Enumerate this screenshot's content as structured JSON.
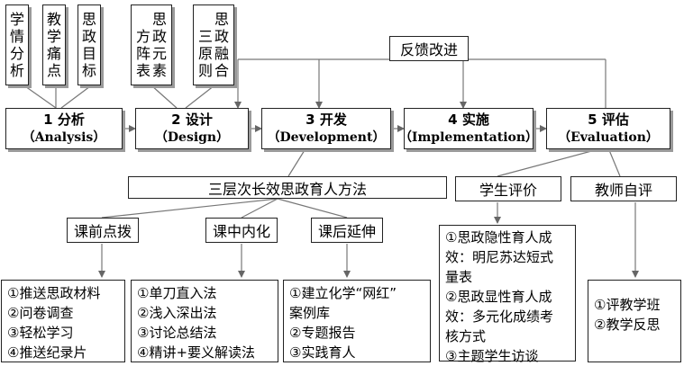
{
  "analysis_inputs": [
    {
      "id": "xueqing",
      "chars": [
        "学",
        "情",
        "分",
        "析"
      ]
    },
    {
      "id": "jiaoxue",
      "chars": [
        "教",
        "学",
        "痛",
        "点"
      ]
    },
    {
      "id": "sizheng",
      "chars": [
        "思",
        "政",
        "目",
        "标"
      ]
    }
  ],
  "design_inputs": [
    {
      "id": "yuansu",
      "col1": [
        "方",
        "阵",
        "表"
      ],
      "col2": [
        "思",
        "政",
        "元",
        "素"
      ]
    },
    {
      "id": "ronghe",
      "col1": [
        "三",
        "原",
        "则"
      ],
      "col2": [
        "思",
        "政",
        "融",
        "合"
      ]
    }
  ],
  "feedback": "反馈改进",
  "phases": [
    {
      "id": "analysis",
      "num": "1 分析",
      "en": "（Analysis）"
    },
    {
      "id": "design",
      "num": "2 设计",
      "en": "（Design）"
    },
    {
      "id": "development",
      "num": "3 开发",
      "en": "（Development）"
    },
    {
      "id": "implementation",
      "num": "4 实施",
      "en": "（Implementation）"
    },
    {
      "id": "evaluation",
      "num": "5 评估",
      "en": "（Evaluation）"
    }
  ],
  "method_title": "三层次长效思政育人方法",
  "stages": [
    {
      "label": "课前点拨",
      "items": [
        "①推送思政材料",
        "②问卷调查",
        "③轻松学习",
        "④推送纪录片"
      ]
    },
    {
      "label": "课中内化",
      "items": [
        "①单刀直入法",
        "②浅入深出法",
        "③讨论总结法",
        "④精讲+要义解读法"
      ]
    },
    {
      "label": "课后延伸",
      "items": [
        "①建立化学“网红”",
        "案例库",
        "②专题报告",
        "③实践育人"
      ]
    }
  ],
  "student_eval": {
    "label": "学生评价",
    "items": [
      "①思政隐性育人成",
      "效：明尼苏达短式",
      "量表",
      "②思政显性育人成",
      "效：多元化成绩考",
      "核方式",
      "③主题学生访谈"
    ]
  },
  "teacher_eval": {
    "label": "教师自评",
    "items": [
      "①评教学班",
      "②教学反思"
    ]
  }
}
